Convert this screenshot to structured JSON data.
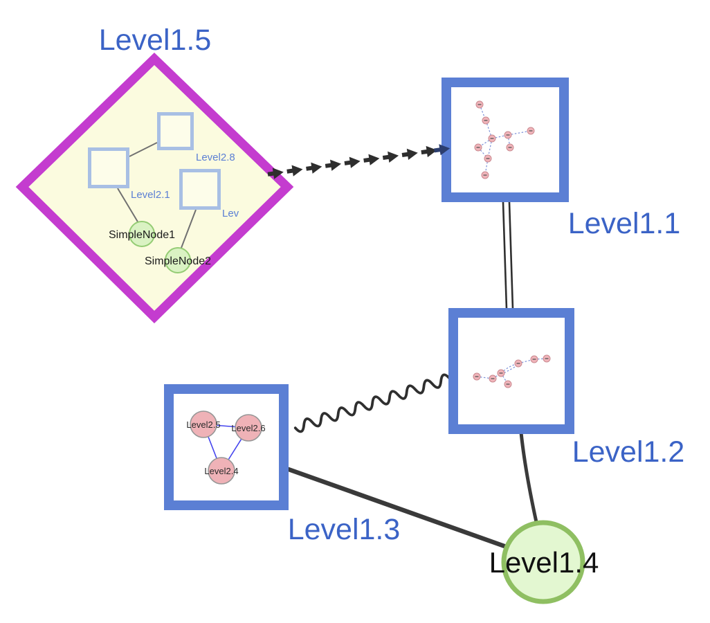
{
  "nodes": {
    "level15": {
      "label": "Level1.5",
      "type": "group-diamond"
    },
    "level11": {
      "label": "Level1.1",
      "type": "group-box"
    },
    "level12": {
      "label": "Level1.2",
      "type": "group-box"
    },
    "level13": {
      "label": "Level1.3",
      "type": "group-box"
    },
    "level14": {
      "label": "Level1.4",
      "type": "circle"
    },
    "level28": {
      "label": "Level2.8",
      "type": "square"
    },
    "level21": {
      "label": "Level2.1",
      "type": "square"
    },
    "lev_truncated": {
      "label": "Lev",
      "type": "square"
    },
    "simplenode1": {
      "label": "SimpleNode1",
      "type": "circle"
    },
    "simplenode2": {
      "label": "SimpleNode2",
      "type": "circle"
    },
    "level25": {
      "label": "Level2.5",
      "type": "circle"
    },
    "level26": {
      "label": "Level2.6",
      "type": "circle"
    },
    "level24": {
      "label": "Level2.4",
      "type": "circle"
    }
  },
  "colors": {
    "labelBlue": "#3b63c6",
    "smallLabelBlue": "#5b7fd4",
    "boxBorder": "#5b7fd4",
    "diamondBorder": "#c43ccf",
    "diamondFill": "#fbfbdf",
    "innerSquareBorder": "#a8bfe4",
    "innerSquareFill": "#fdfdea",
    "greenFill": "#daf2c3",
    "greenBorder": "#94cc74",
    "level14Fill": "#e3f7d1",
    "level14Border": "#8fbf62",
    "pinkFill": "#efb2b7",
    "pinkBorder": "#969696",
    "miniDotFill": "#f0b4ba",
    "miniDotBorder": "#c9898f",
    "miniEdgeBlue": "#7a8fd8",
    "triangleEdgeBlue": "#4444ee",
    "edgeDark": "#333333"
  }
}
